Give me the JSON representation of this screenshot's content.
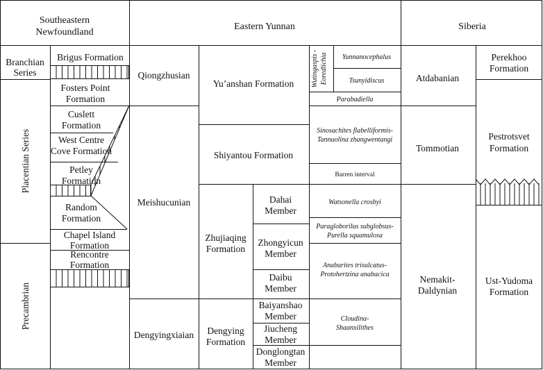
{
  "headers": {
    "newfoundland": [
      "Southeastern",
      "Newfoundland"
    ],
    "yunnan": "Eastern Yunnan",
    "siberia": "Siberia"
  },
  "newfoundland": {
    "series": {
      "branchian": [
        "Branchian",
        "Series"
      ],
      "placentian": "Placentian Series",
      "precambrian": "Precambrian"
    },
    "formations": {
      "brigus": "Brigus Formation",
      "fosters_point": [
        "Fosters Point",
        "Formation"
      ],
      "cuslett": [
        "Cuslett",
        "Formation"
      ],
      "west_centre": [
        "West Centre",
        "Cove Formation"
      ],
      "petley": [
        "Petley",
        "Formation"
      ],
      "random": [
        "Random",
        "Formation"
      ],
      "chapel_island": [
        "Chapel Island",
        "Formation"
      ],
      "rencontre": [
        "Rencontre",
        "Formation"
      ]
    }
  },
  "yunnan": {
    "stages": {
      "qiongzhusian": "Qiongzhusian",
      "meishucunian": "Meishucunian",
      "dengyingxiaian": "Dengyingxiaian"
    },
    "formations": {
      "yuanshan": "Yu’anshan Formation",
      "shiyantou": "Shiyantou Formation",
      "zhujiaqing": [
        "Zhujiaqing",
        "Formation"
      ],
      "dengying": [
        "Dengying",
        "Formation"
      ]
    },
    "members": {
      "dahai": [
        "Dahai",
        "Member"
      ],
      "zhongyicun": [
        "Zhongyicun",
        "Member"
      ],
      "daibu": [
        "Daibu",
        "Member"
      ],
      "baiyanshao": [
        "Baiyanshao",
        "Member"
      ],
      "jiucheng": [
        "Jiucheng",
        "Member"
      ],
      "donglongtan": [
        "Donglongtan",
        "Member"
      ]
    },
    "biozones": {
      "wutingaspis": [
        "Wutingaspis -",
        "Eoredlichia"
      ],
      "yunnanocephalus": "Yunnanocephalus",
      "tsunyidiscus": "Tsunyidiscus",
      "parabadiella": "Parabadiella",
      "sinosachites": [
        "Sinosachites flabelliformis-",
        "Tannuolina zhangwentangi"
      ],
      "barren": "Barren interval",
      "watsonella": "Watsonella crosbyi",
      "paragloborilus": [
        "Paragloborilus subglobsus-",
        "Purella squamulosa"
      ],
      "anabarites": [
        "Anabarites trisulcatus-",
        "Protohertzina anabacica"
      ],
      "cloudina": [
        "Cloudina-",
        "Shaanxilithes"
      ]
    }
  },
  "siberia": {
    "stages": {
      "atdabanian": "Atdabanian",
      "tommotian": "Tommotian",
      "nemakit": [
        "Nemakit-",
        "Daldynian"
      ]
    },
    "formations": {
      "perekhoo": [
        "Perekhoo",
        "Formation"
      ],
      "pestrotsvet": [
        "Pestrotsvet",
        "Formation"
      ],
      "ust_yudoma": [
        "Ust-Yudoma",
        "Formation"
      ]
    }
  }
}
